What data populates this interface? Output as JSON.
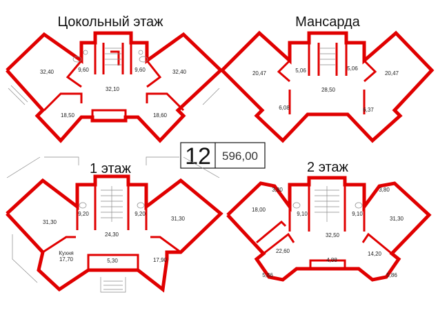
{
  "summary": {
    "project_number": "12",
    "total_area": "596,00"
  },
  "plans": {
    "basement": {
      "title": "Цокольный этаж",
      "rooms": [
        {
          "label": "32,40"
        },
        {
          "label": "9,60"
        },
        {
          "label": "9,60"
        },
        {
          "label": "32,40"
        },
        {
          "label": "32,10"
        },
        {
          "label": "18,50"
        },
        {
          "label": "18,60"
        }
      ]
    },
    "attic": {
      "title": "Мансарда",
      "rooms": [
        {
          "label": "20,47"
        },
        {
          "label": "5,06"
        },
        {
          "label": "5,06"
        },
        {
          "label": "20,47"
        },
        {
          "label": "28,50"
        },
        {
          "label": "6,08"
        },
        {
          "label": "6,37"
        }
      ]
    },
    "floor1": {
      "title": "1 этаж",
      "rooms": [
        {
          "label": "9,20"
        },
        {
          "label": "9,20"
        },
        {
          "label": "31,30"
        },
        {
          "label": "31,30"
        },
        {
          "label": "24,30"
        },
        {
          "label": "Кухня"
        },
        {
          "label": "17,70"
        },
        {
          "label": "5,30"
        },
        {
          "label": "17,90"
        }
      ]
    },
    "floor2": {
      "title": "2 этаж",
      "rooms": [
        {
          "label": "3,80"
        },
        {
          "label": "3,80"
        },
        {
          "label": "18,00"
        },
        {
          "label": "9,10"
        },
        {
          "label": "9,10"
        },
        {
          "label": "31,30"
        },
        {
          "label": "32,50"
        },
        {
          "label": "22,60"
        },
        {
          "label": "14,20"
        },
        {
          "label": "4,88"
        },
        {
          "label": "5,86"
        },
        {
          "label": "5,86"
        }
      ]
    }
  }
}
